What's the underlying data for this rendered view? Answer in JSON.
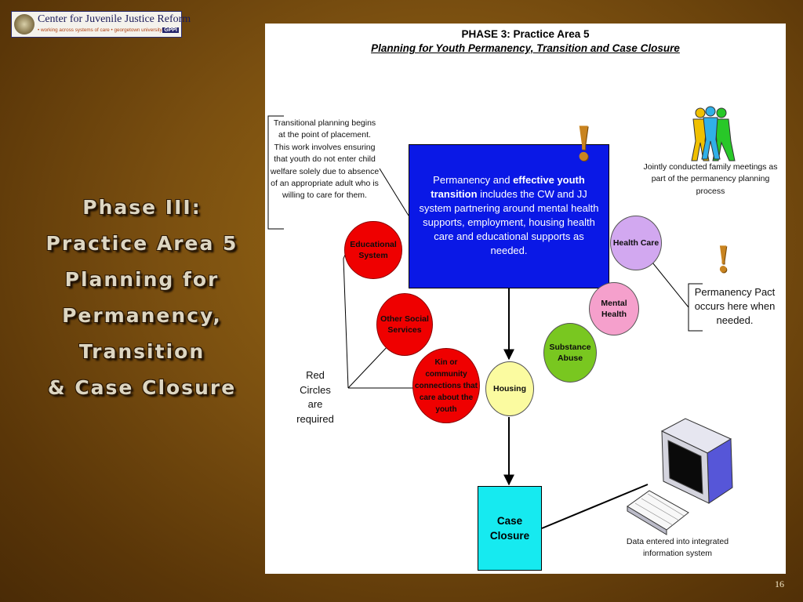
{
  "header": {
    "org_name": "Center for Juvenile Justice Reform",
    "org_tagline": "• working across systems of care • georgetown university •",
    "org_badge": "GPPI"
  },
  "slide": {
    "title_lines": [
      "Phase III:",
      "Practice Area 5",
      "Planning for",
      "Permanency, Transition",
      "& Case Closure"
    ],
    "slide_number": "16"
  },
  "diagram": {
    "title": "PHASE 3: Practice Area 5",
    "subtitle": "Planning for Youth Permanency, Transition and Case Closure",
    "transitional_note": "Transitional planning begins at the point of placement.  This work involves ensuring that youth do not enter child welfare solely due to absence of an appropriate adult who is willing to care for them.",
    "main_box": {
      "part1": "Permanency and ",
      "emphasis": "effective  youth transition",
      "part2": " includes the CW and JJ system partnering around mental health supports, employment, housing health care and educational supports as needed."
    },
    "family_meetings_note": "Jointly conducted family meetings as part of the permanency planning process",
    "permanency_pact_note": "Permanency Pact occurs here when needed.",
    "red_circles_note": "Red Circles are required",
    "data_note": "Data entered into integrated information system",
    "case_closure": "Case Closure",
    "exclamation": "!",
    "circles": {
      "educational": "Educational System",
      "other_social": "Other Social Services",
      "kin": "Kin or community connections that care about the youth",
      "housing": "Housing",
      "substance": "Substance Abuse",
      "mental_health": "Mental Health",
      "health_care": "Health Care"
    },
    "colors": {
      "required": "#ef0000",
      "main_box": "#0a18e6",
      "case_closure": "#16eaf0",
      "housing": "#fbfba0",
      "substance": "#79c720",
      "mental_health": "#f5a0cc",
      "health_care": "#d2a8f0"
    },
    "icons": [
      "people-group-icon",
      "exclamation-icon",
      "computer-icon"
    ]
  }
}
